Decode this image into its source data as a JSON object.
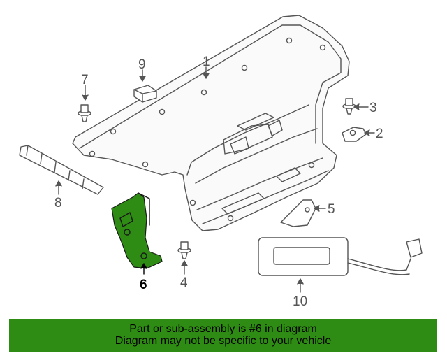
{
  "diagram": {
    "callouts": {
      "c1": "1",
      "c2": "2",
      "c3": "3",
      "c4": "4",
      "c5": "5",
      "c6": "6",
      "c7": "7",
      "c8": "8",
      "c9": "9",
      "c10": "10"
    },
    "highlighted_part": "6",
    "highlight_color": "#2e8b13"
  },
  "banner": {
    "line1": "Part or sub-assembly is #6 in diagram",
    "line2": "Diagram may not be specific to your vehicle",
    "background": "#2e8b13"
  }
}
